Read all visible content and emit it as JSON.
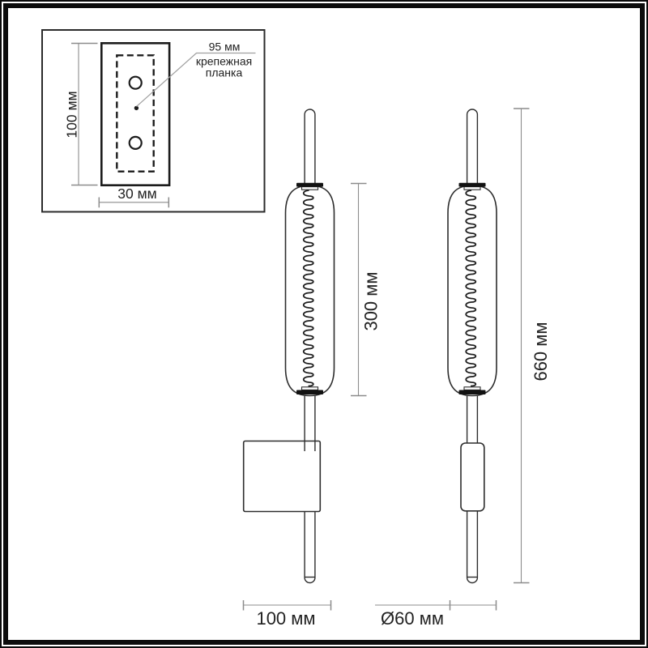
{
  "inset": {
    "height_dim": "100 мм",
    "width_dim": "30 мм",
    "pitch_dim": "95 мм",
    "mount_label_line1": "крепежная",
    "mount_label_line2": "планка"
  },
  "side_view": {
    "shade_height_dim": "300 мм",
    "depth_dim": "100 мм"
  },
  "front_view": {
    "total_height_dim": "660 мм",
    "diameter_dim": "Ø60 мм"
  },
  "colors": {
    "background": "#ffffff",
    "frame": "#0c0c0c",
    "outline": "#2d2d2d",
    "collar": "#121212",
    "dimension_line": "#8c8c8c",
    "text": "#222222"
  }
}
